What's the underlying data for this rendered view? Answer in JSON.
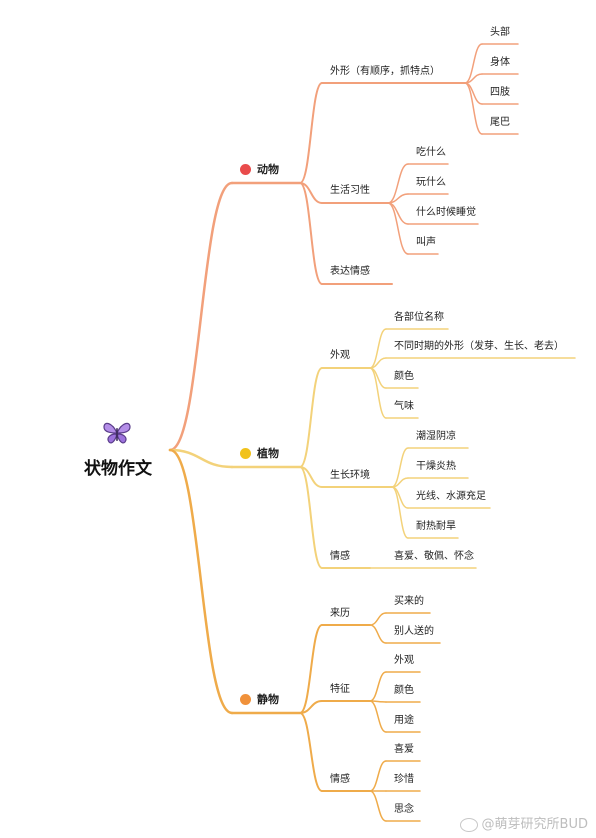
{
  "root": {
    "title": "状物作文",
    "icon": "butterfly-icon"
  },
  "colors": {
    "animal_branch": "#f2a07b",
    "animal_dot": "#e94b4b",
    "plant_branch": "#f3d27a",
    "plant_dot": "#f1c21b",
    "object_branch": "#efab4a",
    "object_dot": "#f0913a"
  },
  "animal": {
    "label": "动物",
    "appearance": {
      "label": "外形（有顺序，抓特点）",
      "items": [
        "头部",
        "身体",
        "四肢",
        "尾巴"
      ]
    },
    "habits": {
      "label": "生活习性",
      "items": [
        "吃什么",
        "玩什么",
        "什么时候睡觉",
        "叫声"
      ]
    },
    "emotion": {
      "label": "表达情感"
    }
  },
  "plant": {
    "label": "植物",
    "appearance": {
      "label": "外观",
      "items": [
        "各部位名称",
        "不同时期的外形（发芽、生长、老去）",
        "颜色",
        "气味"
      ]
    },
    "environment": {
      "label": "生长环境",
      "items": [
        "潮湿阴凉",
        "干燥炎热",
        "光线、水源充足",
        "耐热耐旱"
      ]
    },
    "emotion": {
      "label": "情感",
      "items": [
        "喜爱、敬佩、怀念"
      ]
    }
  },
  "object": {
    "label": "静物",
    "origin": {
      "label": "来历",
      "items": [
        "买来的",
        "别人送的"
      ]
    },
    "features": {
      "label": "特征",
      "items": [
        "外观",
        "颜色",
        "用途"
      ]
    },
    "emotion": {
      "label": "情感",
      "items": [
        "喜爱",
        "珍惜",
        "思念"
      ]
    }
  },
  "watermark": {
    "text": "@萌芽研究所BUD"
  }
}
